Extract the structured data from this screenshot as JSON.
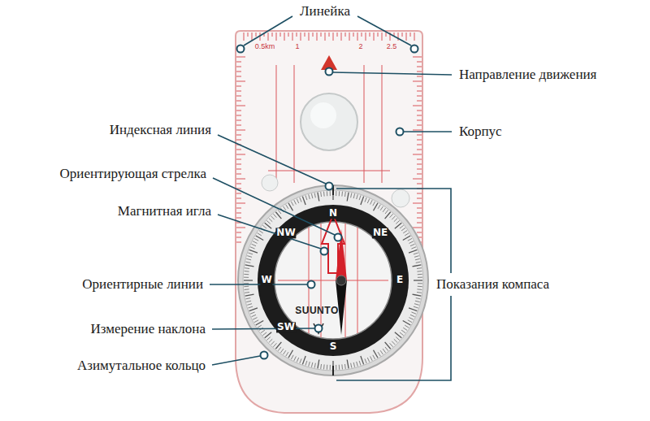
{
  "diagram": {
    "labels": [
      "Линейка",
      "0.5km",
      "1",
      "2",
      "2.5",
      "Направление движения",
      "Индексная линия",
      "Корпус",
      "Ориентирующая стрелка",
      "Магнитная игла",
      "NW",
      "N",
      "NE",
      "Ориентирные линии",
      "W",
      "E",
      "Показания компаса",
      "SUUNTO",
      "Измерение наклона",
      "SW",
      "S",
      "Азимутальное кольцо"
    ]
  }
}
